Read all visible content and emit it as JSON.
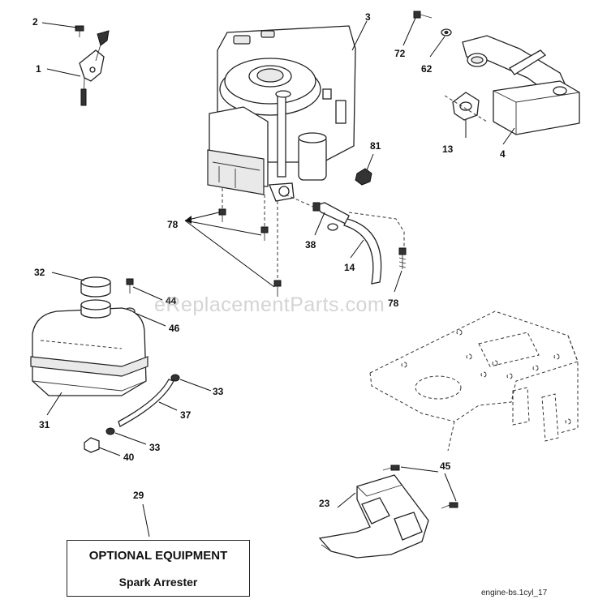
{
  "callouts": {
    "c1": "1",
    "c2": "2",
    "c3": "3",
    "c4": "4",
    "c13": "13",
    "c14": "14",
    "c23": "23",
    "c29": "29",
    "c31": "31",
    "c32": "32",
    "c33a": "33",
    "c33b": "33",
    "c37": "37",
    "c38": "38",
    "c40": "40",
    "c44": "44",
    "c45": "45",
    "c46": "46",
    "c62": "62",
    "c72": "72",
    "c78a": "78",
    "c78b": "78",
    "c81": "81"
  },
  "optional_box": {
    "title": "OPTIONAL EQUIPMENT",
    "subtitle": "Spark Arrester"
  },
  "watermark": "eReplacementParts.com",
  "diagram_ref": "engine-bs.1cyl_17"
}
